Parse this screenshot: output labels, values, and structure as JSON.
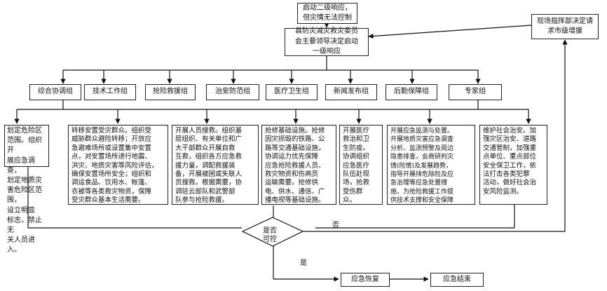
{
  "top": {
    "start_level2": "启动二级响应，\n但灾情无法控制",
    "committee": "县防灾减灾救灾委员\n会主要领导决定启动\n一级响应",
    "field_hq": "现场指挥部决定请\n求市级增援"
  },
  "groups": [
    {
      "label": "综合协调组",
      "content": "划定危险区\n范围。组织开\n展应急调查，\n划定地质灾\n害危险区范围，\n设立明显\n标志，禁止无\n关人员进入。"
    },
    {
      "label": "技术工作组",
      "content": "转移安置受灾群众。组织受\n威胁群众避险转移；开放应\n急避难场所或设置集中安置\n点，对安置场所进行地震、\n洪灾、地质灾害等风险评估，\n确保安置场所安全；组织和\n调运食品、饮用水、帐篷、\n衣被等各类救灾物资，保障\n受灾群众基本生活需要。"
    },
    {
      "label": "抢险救援组",
      "content": "开展人员搜救。组织基\n层组织、有关单位和广\n大干部群众开展自救\n互救，组织各方应急救\n援力量，调配救援装\n备，开展被困或失联人\n员搜救。根据需要，协\n调驻云部队和武警部\n队参与抢险救援。"
    },
    {
      "label": "治安防范组",
      "content": ""
    },
    {
      "label": "医疗卫生组",
      "content": "抢修基础设施。抢修\n因灾损毁的铁路、公\n路等交通基础设施，\n协调运力优先保障\n应急抢险救援人员、\n救灾物资和伤病员\n运输需要。抢修供\n电、供水、通信、广\n播电视等基础设施。"
    },
    {
      "label": "新闻发布组",
      "content": "开展医疗\n救治和卫\n生防疫。\n协调组织\n应急医疗\n队伍赴现\n场，抢救\n受伤群\n众。"
    },
    {
      "label": "后勤保障组",
      "content": "开展应急监测与处置。\n开展地质灾害应急调查\n分析、监测预警及周边\n隐患排查，会商研判灾\n情(险情)及发展趋势，\n指导开展排危除险及应\n急治理等应急处置措\n施，为抢险救援工作提\n供技术支撑和安全保障"
    },
    {
      "label": "专家组",
      "content": "维护社会治安。加\n强灾区治安、道路\n交通管制，加强重\n点单位、重点部位\n安全保卫工作，依\n法打击各类犯罪\n活动，做好社会治\n安风险监测。"
    }
  ],
  "decision": {
    "question": "是否\n可控",
    "no_label": "否",
    "yes_label": "是"
  },
  "bottom": {
    "recovery": "应急恢复",
    "end": "应急结束"
  }
}
